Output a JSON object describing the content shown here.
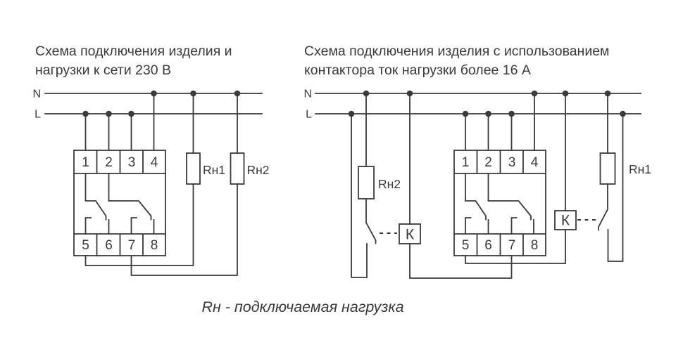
{
  "colors": {
    "line": "#3a3a3c",
    "text": "#3a3a3a",
    "background": "#ffffff"
  },
  "caption": "Rн - подключаемая нагрузка",
  "left_diagram": {
    "title_lines": [
      "Схема подключения изделия и",
      "нагрузки к сети 230 В"
    ],
    "bus": {
      "neutral": "N",
      "line": "L"
    },
    "terminals_top": [
      "1",
      "2",
      "3",
      "4"
    ],
    "terminals_bottom": [
      "5",
      "6",
      "7",
      "8"
    ],
    "loads": {
      "load1": "Rн1",
      "load2": "Rн2"
    }
  },
  "right_diagram": {
    "title_lines": [
      "Схема подключения изделия с использованием",
      "контактора ток нагрузки более 16 А"
    ],
    "bus": {
      "neutral": "N",
      "line": "L"
    },
    "terminals_top": [
      "1",
      "2",
      "3",
      "4"
    ],
    "terminals_bottom": [
      "5",
      "6",
      "7",
      "8"
    ],
    "loads": {
      "load_rn2": "Rн2",
      "load_rn1": "Rн1"
    },
    "contactors": {
      "left": "К",
      "right": "К"
    }
  }
}
